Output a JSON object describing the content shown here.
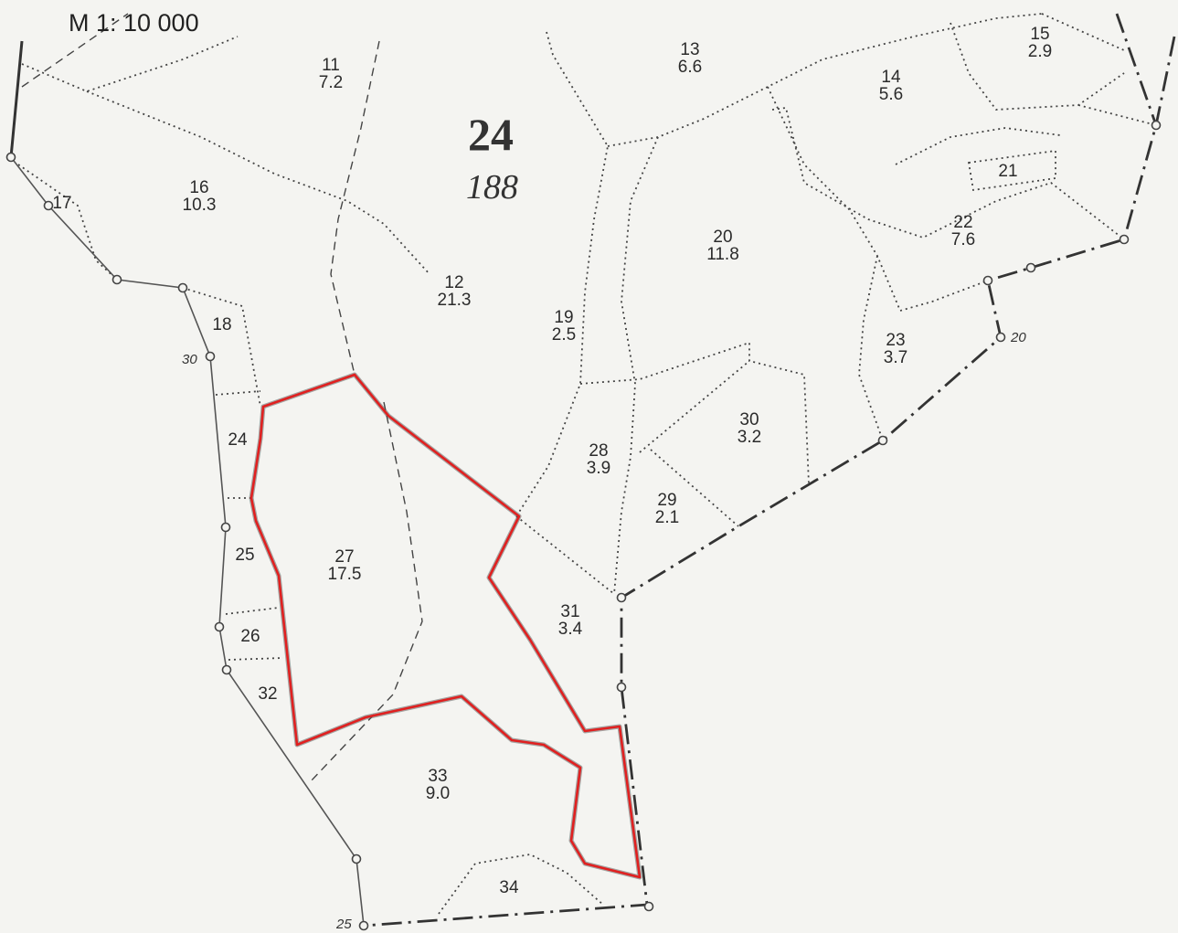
{
  "scale_text": "M 1: 10 000",
  "block": {
    "number": "24",
    "area": "188"
  },
  "plots": [
    {
      "id": "11",
      "area": "7.2"
    },
    {
      "id": "13",
      "area": "6.6"
    },
    {
      "id": "14",
      "area": "5.6"
    },
    {
      "id": "15",
      "area": "2.9"
    },
    {
      "id": "16",
      "area": "10.3"
    },
    {
      "id": "17",
      "area": ""
    },
    {
      "id": "12",
      "area": "21.3"
    },
    {
      "id": "19",
      "area": "2.5"
    },
    {
      "id": "20",
      "area": "11.8"
    },
    {
      "id": "21",
      "area": ""
    },
    {
      "id": "22",
      "area": "7.6"
    },
    {
      "id": "23",
      "area": "3.7"
    },
    {
      "id": "18",
      "area": ""
    },
    {
      "id": "24",
      "area": ""
    },
    {
      "id": "25",
      "area": ""
    },
    {
      "id": "26",
      "area": ""
    },
    {
      "id": "27",
      "area": "17.5"
    },
    {
      "id": "28",
      "area": "3.9"
    },
    {
      "id": "29",
      "area": "2.1"
    },
    {
      "id": "30",
      "area": "3.2"
    },
    {
      "id": "31",
      "area": "3.4"
    },
    {
      "id": "32",
      "area": ""
    },
    {
      "id": "33",
      "area": "9.0"
    },
    {
      "id": "34",
      "area": ""
    }
  ],
  "boundary_point_labels": [
    "30",
    "20",
    "25"
  ],
  "highlight_color": "#e02020",
  "line_color": "#444444"
}
